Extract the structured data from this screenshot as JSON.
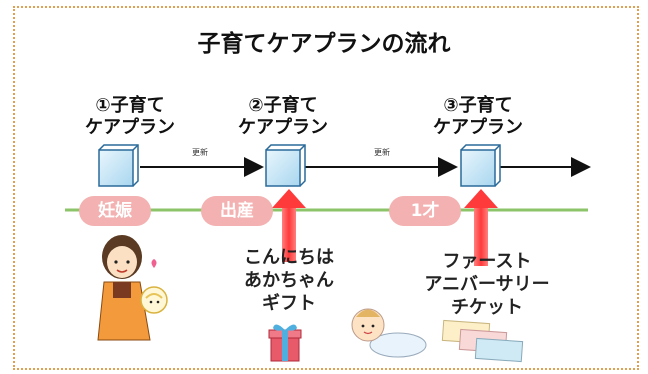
{
  "title": "子育てケアプランの流れ",
  "plans": [
    {
      "label_line1": "①子育て",
      "label_line2": "ケアプラン"
    },
    {
      "label_line1": "②子育て",
      "label_line2": "ケアプラン"
    },
    {
      "label_line1": "③子育て",
      "label_line2": "ケアプラン"
    }
  ],
  "update_labels": [
    "更新",
    "更新"
  ],
  "milestones": [
    "妊娠",
    "出産",
    "1才"
  ],
  "gifts": {
    "birth": {
      "line1": "こんにちは",
      "line2": "あかちゃん",
      "line3": "ギフト"
    },
    "first_year": {
      "line1": "ファースト",
      "line2": "アニバーサリー",
      "line3": "チケット"
    }
  }
}
